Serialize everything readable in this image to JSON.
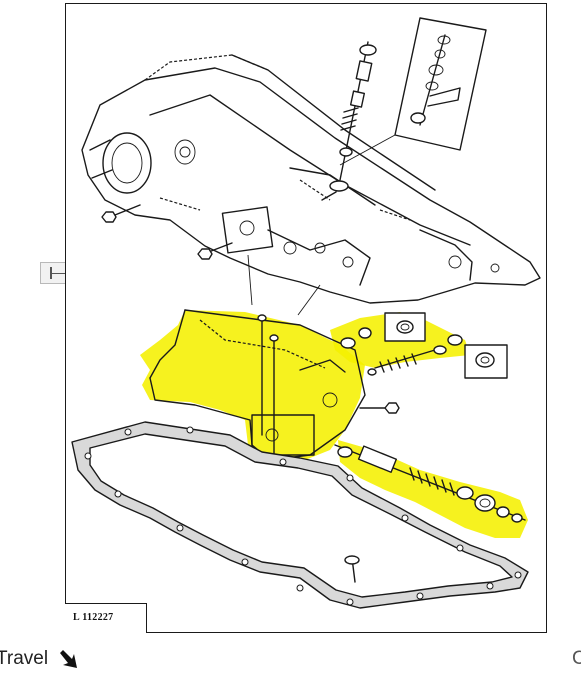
{
  "figure": {
    "label": "L 112227",
    "highlight_color": "#f5f000",
    "line_color": "#1a1a1a"
  },
  "footer": {
    "travel_label": "Travel",
    "travel_icon": "arrow-down-right-icon",
    "right_partial_text": "C"
  }
}
